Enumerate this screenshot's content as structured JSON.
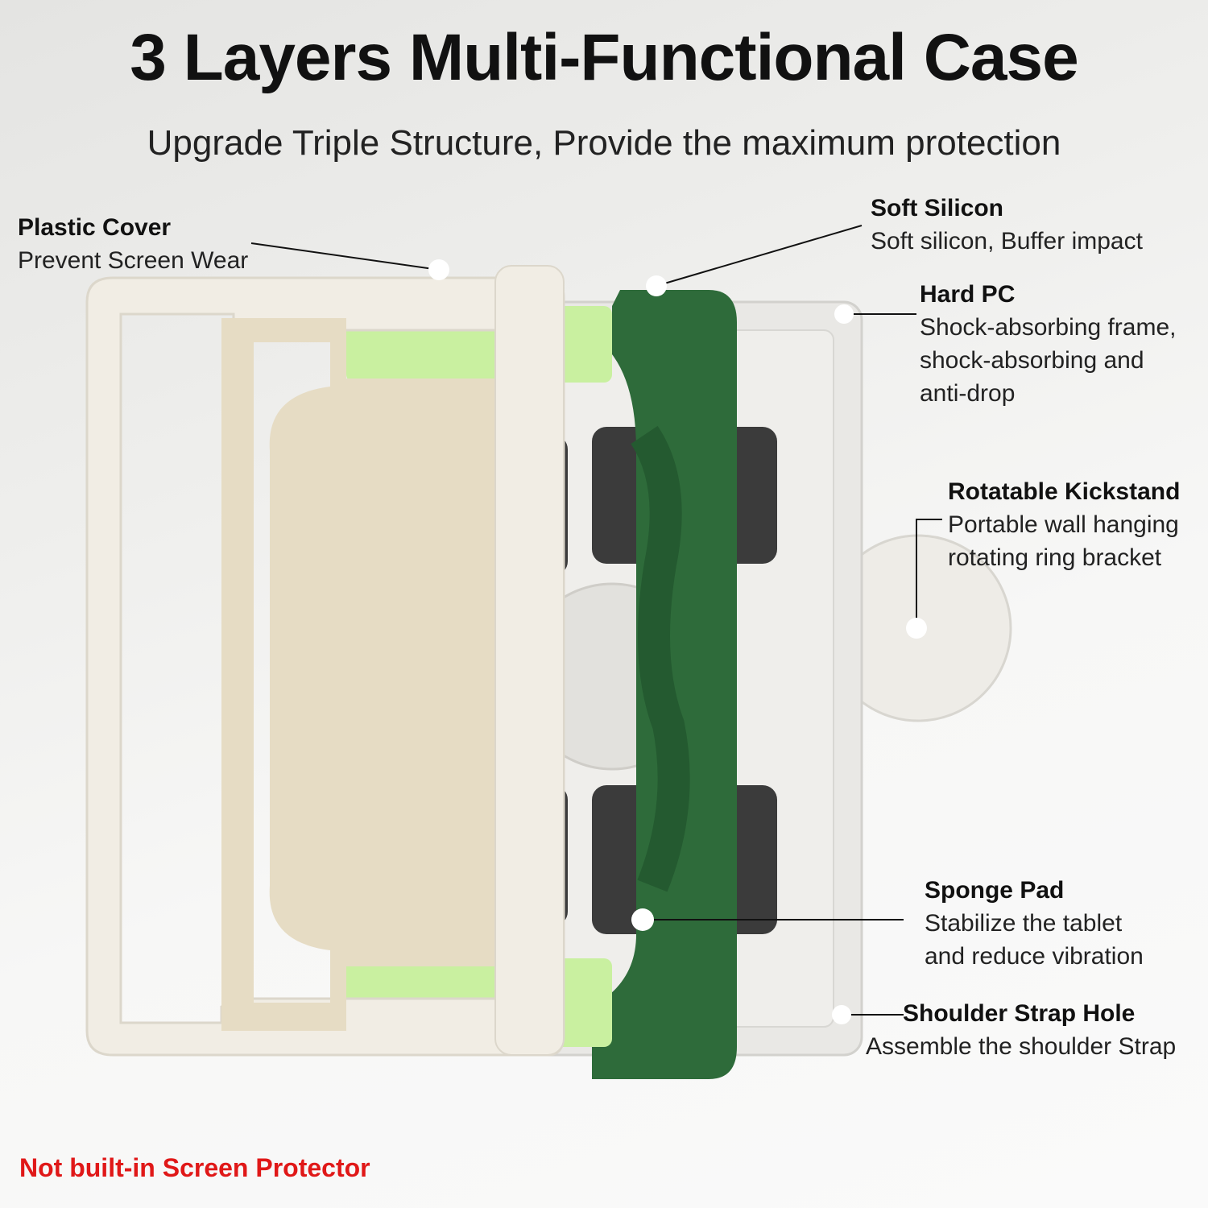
{
  "title": "3 Layers Multi-Functional Case",
  "subtitle": "Upgrade Triple Structure, Provide the maximum protection",
  "callouts": {
    "plastic_cover": {
      "heading": "Plastic Cover",
      "desc": [
        "Prevent Screen Wear"
      ]
    },
    "soft_silicon": {
      "heading": "Soft Silicon",
      "desc": [
        "Soft silicon, Buffer impact"
      ]
    },
    "hard_pc": {
      "heading": "Hard PC",
      "desc": [
        "Shock-absorbing frame,",
        "shock-absorbing and",
        "anti-drop"
      ]
    },
    "kickstand": {
      "heading": "Rotatable Kickstand",
      "desc": [
        "Portable wall hanging",
        "rotating ring bracket"
      ]
    },
    "sponge_pad": {
      "heading": "Sponge Pad",
      "desc": [
        "Stabilize the tablet",
        "and reduce vibration"
      ]
    },
    "strap_hole": {
      "heading": "Shoulder Strap Hole",
      "desc": [
        "Assemble the shoulder Strap"
      ]
    }
  },
  "warning": "Not built-in Screen Protector",
  "colors": {
    "cream": "#f1ede4",
    "light_green": "#c9f0a0",
    "dark_green": "#2e6b3a",
    "pad": "#3b3b3b",
    "warning": "#e01818"
  }
}
